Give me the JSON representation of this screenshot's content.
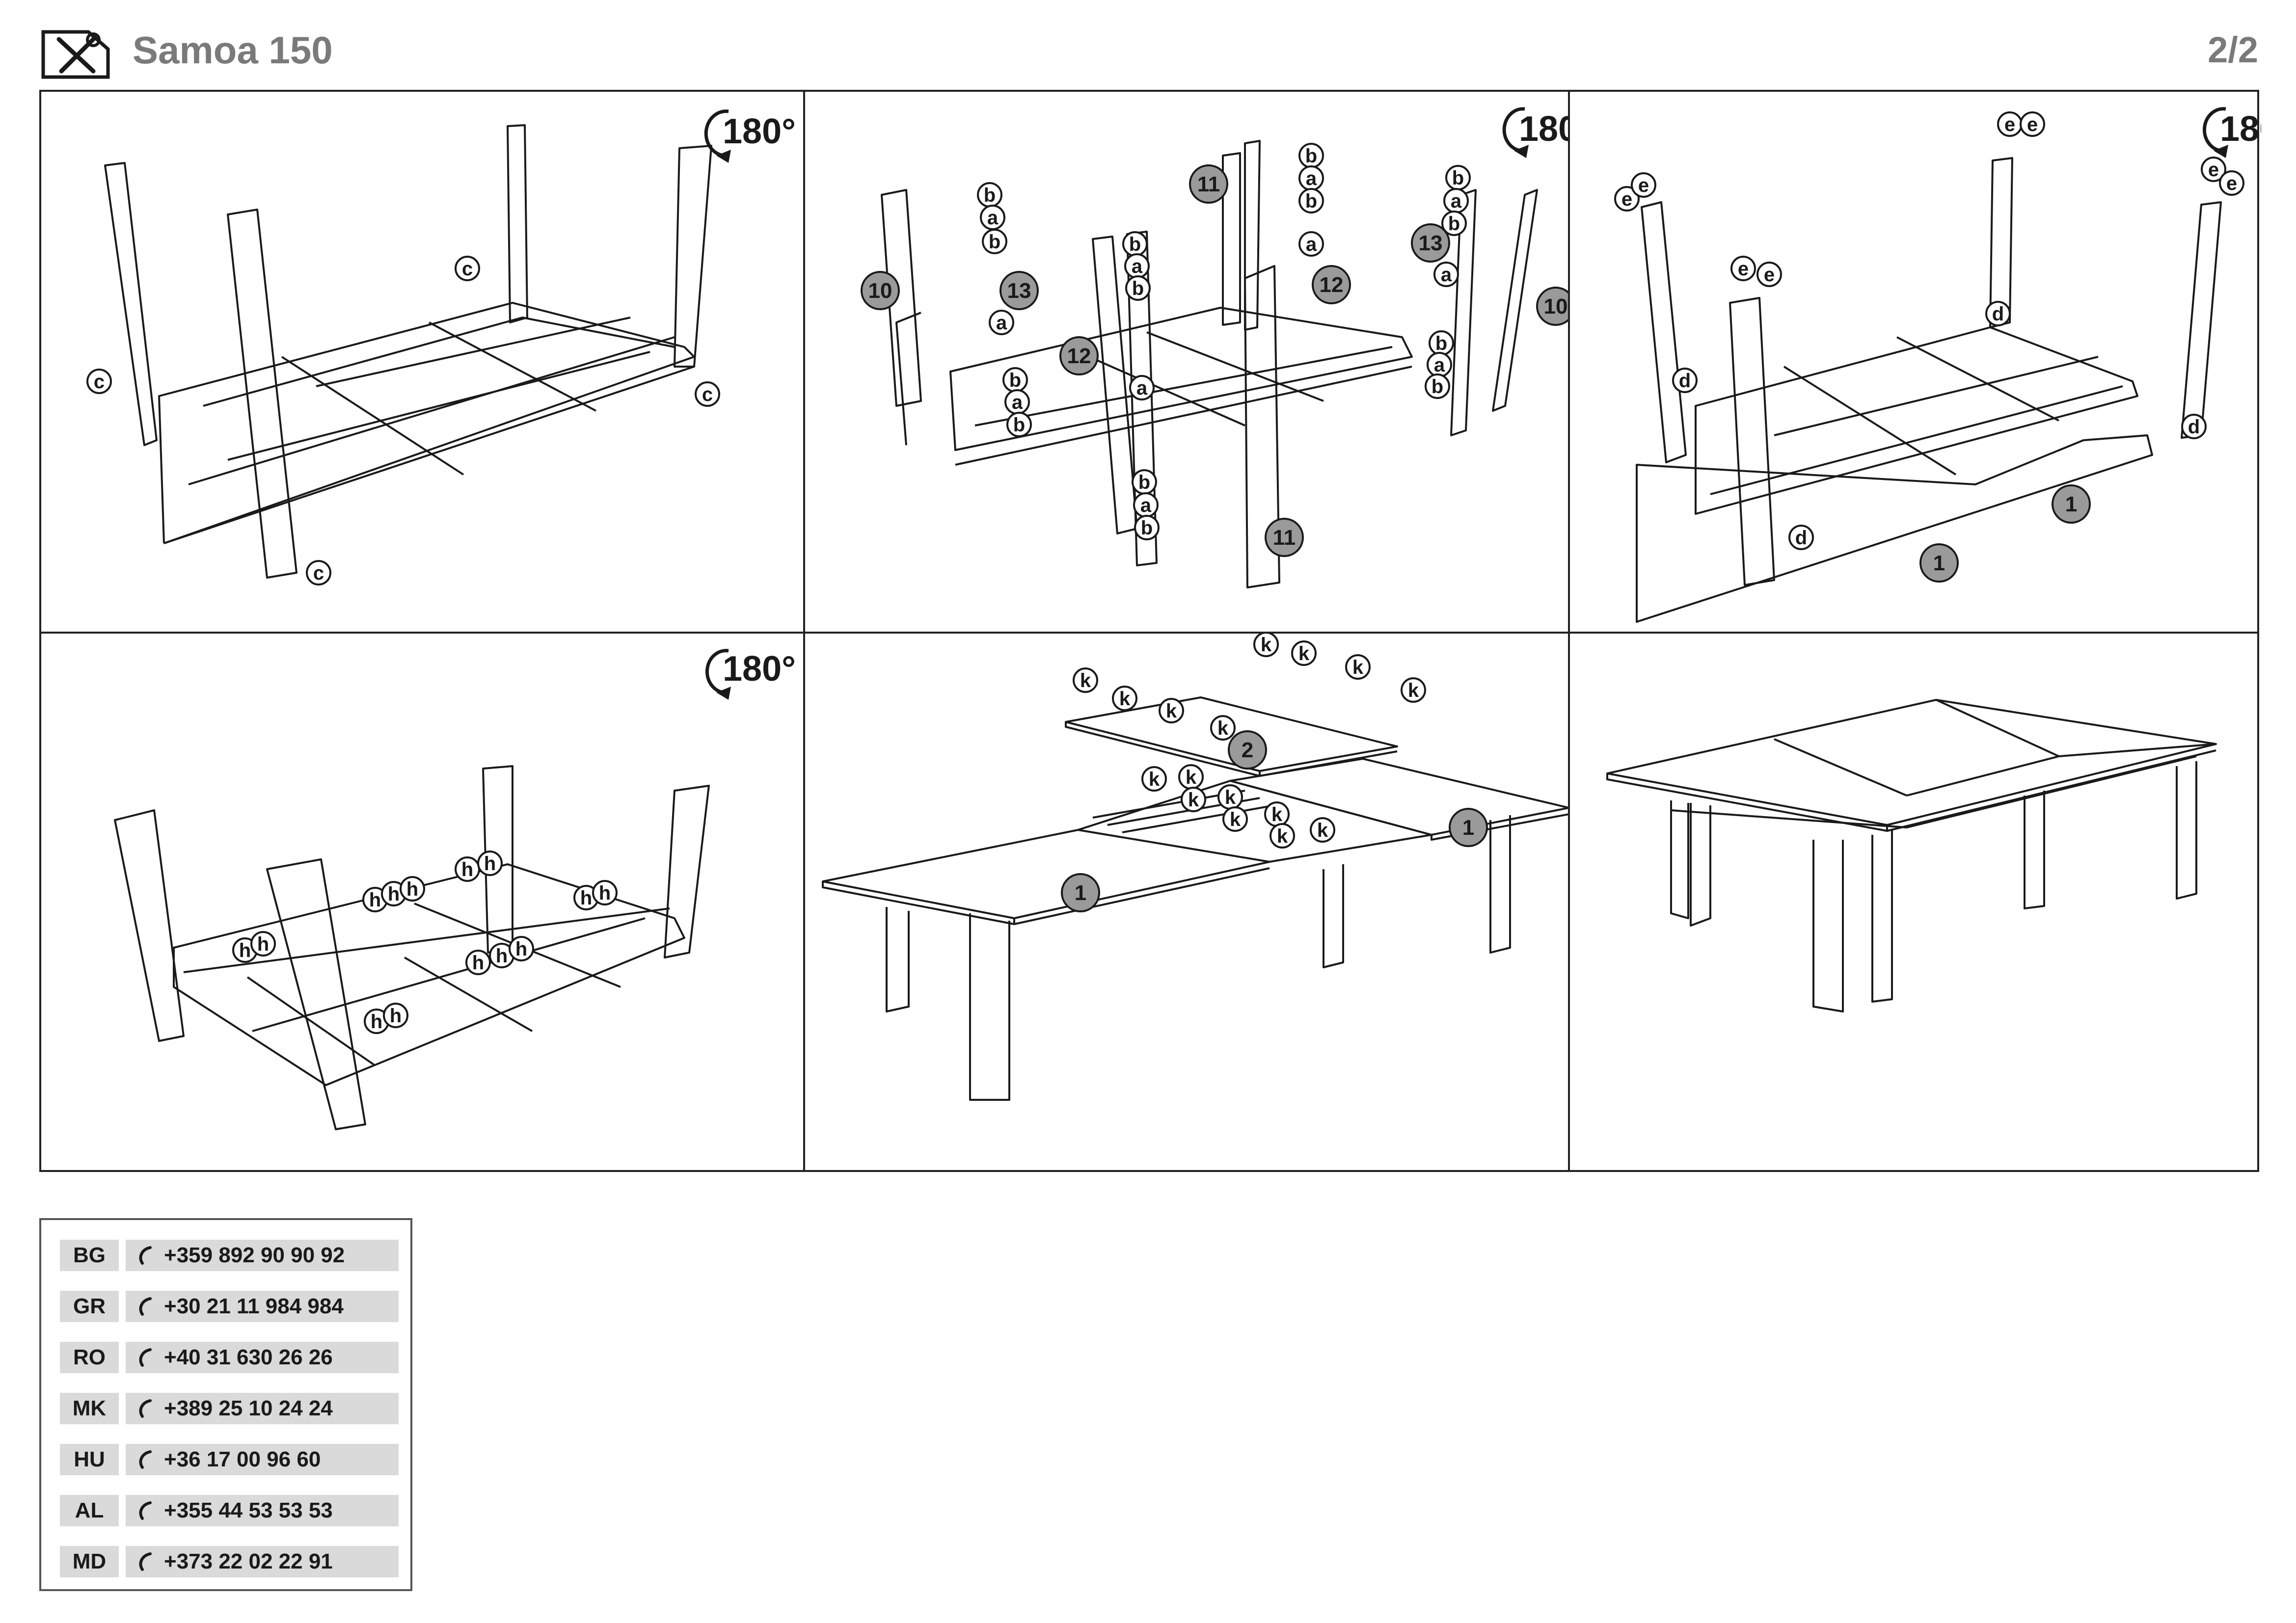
{
  "header": {
    "title": "Samoa 150",
    "page": "2/2",
    "icon": "tools-icon"
  },
  "rotation_label": "180°",
  "hardware": {
    "a": "a",
    "b": "b",
    "c": "c",
    "d": "d",
    "e": "e",
    "h": "h",
    "k": "k"
  },
  "parts": {
    "p1": "1",
    "p2": "2",
    "p10": "10",
    "p11": "11",
    "p12": "12",
    "p13": "13"
  },
  "contacts": [
    {
      "code": "BG",
      "phone": "+359 892 90 90 92"
    },
    {
      "code": "GR",
      "phone": "+30 21 11 984 984"
    },
    {
      "code": "RO",
      "phone": "+40 31 630 26 26"
    },
    {
      "code": "MK",
      "phone": "+389 25 10 24 24"
    },
    {
      "code": "HU",
      "phone": "+36 17 00 96 60"
    },
    {
      "code": "AL",
      "phone": "+355 44 53 53 53"
    },
    {
      "code": "MD",
      "phone": "+373 22 02 22 91"
    }
  ],
  "colors": {
    "part_fill": "#9a9a9a",
    "line": "#1a1a1a",
    "table_bg": "#dadada",
    "title": "#7a7a7a"
  }
}
